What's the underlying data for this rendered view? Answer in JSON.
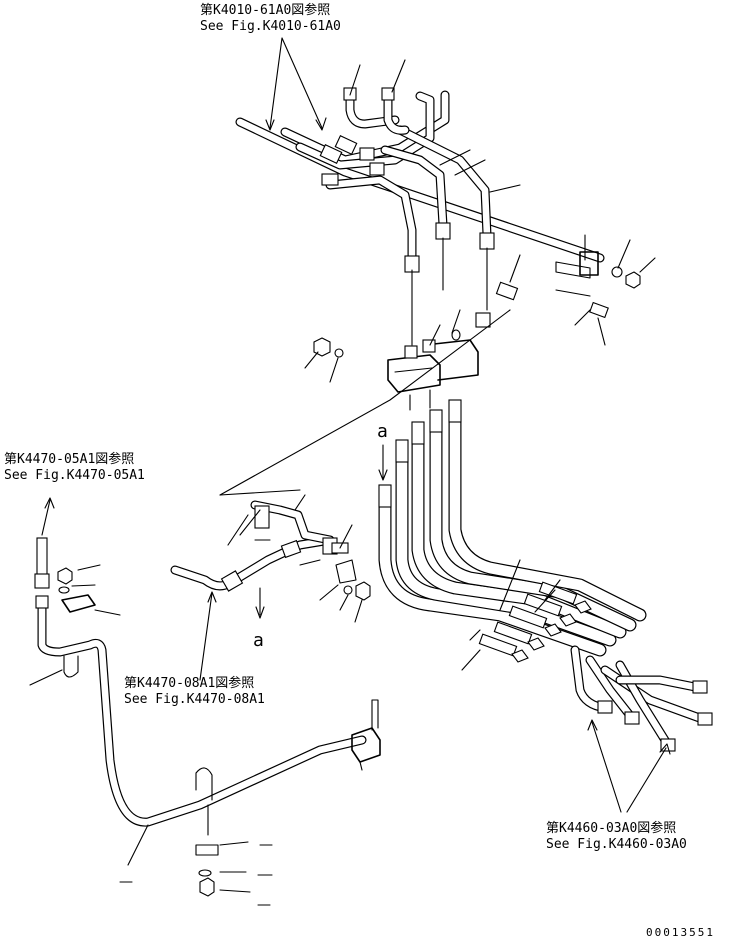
{
  "references": {
    "k4010": {
      "jp": "第K4010-61A0図参照",
      "en": "See Fig.K4010-61A0"
    },
    "k4470_05": {
      "jp": "第K4470-05A1図参照",
      "en": "See Fig.K4470-05A1"
    },
    "k4470_08": {
      "jp": "第K4470-08A1図参照",
      "en": "See Fig.K4470-08A1"
    },
    "k4460": {
      "jp": "第K4460-03A0図参照",
      "en": "See Fig.K4460-03A0"
    }
  },
  "view_markers": {
    "upper": "a",
    "lower": "a"
  },
  "drawing_code": "00013551"
}
